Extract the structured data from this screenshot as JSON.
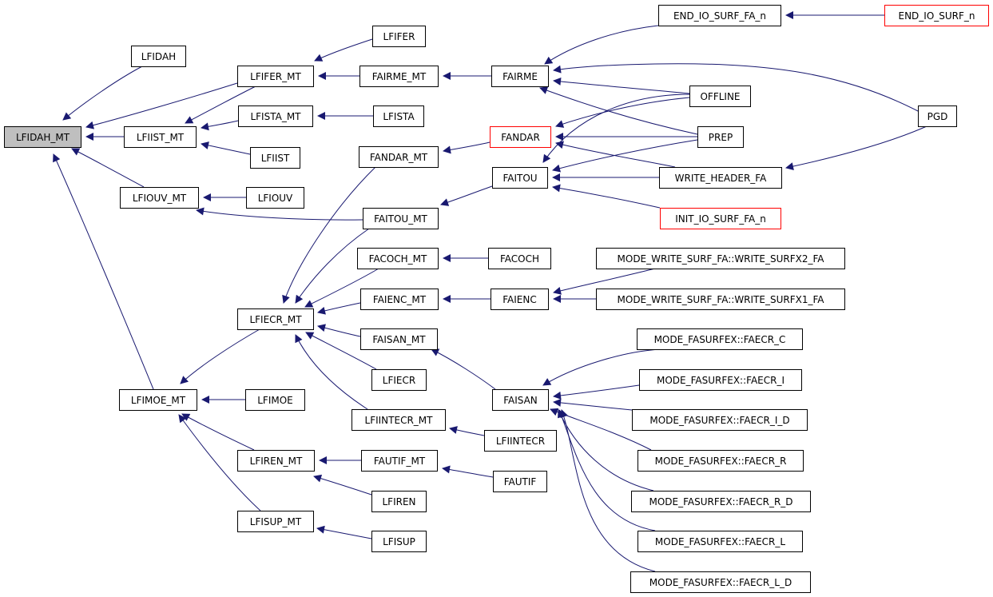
{
  "graph": {
    "root": "LFIDAH_MT",
    "colors": {
      "edge": "#191970",
      "root_fill": "#bfbfbf",
      "node_border": "#000000",
      "truncated_border": "#ff0000",
      "background": "#ffffff"
    },
    "nodes": [
      {
        "id": "LFIDAH_MT",
        "label": "LFIDAH_MT",
        "root": true
      },
      {
        "id": "LFIDAH",
        "label": "LFIDAH"
      },
      {
        "id": "LFIFER_MT",
        "label": "LFIFER_MT"
      },
      {
        "id": "LFIIST_MT",
        "label": "LFIIST_MT"
      },
      {
        "id": "LFIOUV_MT",
        "label": "LFIOUV_MT"
      },
      {
        "id": "LFIMOE_MT",
        "label": "LFIMOE_MT"
      },
      {
        "id": "LFIFER",
        "label": "LFIFER"
      },
      {
        "id": "FAIRME_MT",
        "label": "FAIRME_MT"
      },
      {
        "id": "LFISTA_MT",
        "label": "LFISTA_MT"
      },
      {
        "id": "LFIIST",
        "label": "LFIIST"
      },
      {
        "id": "LFIOUV",
        "label": "LFIOUV"
      },
      {
        "id": "FAITOU_MT",
        "label": "FAITOU_MT"
      },
      {
        "id": "LFIECR_MT",
        "label": "LFIECR_MT"
      },
      {
        "id": "LFIMOE",
        "label": "LFIMOE"
      },
      {
        "id": "LFIREN_MT",
        "label": "LFIREN_MT"
      },
      {
        "id": "LFISUP_MT",
        "label": "LFISUP_MT"
      },
      {
        "id": "LFISTA",
        "label": "LFISTA"
      },
      {
        "id": "FANDAR_MT",
        "label": "FANDAR_MT"
      },
      {
        "id": "FACOCH_MT",
        "label": "FACOCH_MT"
      },
      {
        "id": "FAIENC_MT",
        "label": "FAIENC_MT"
      },
      {
        "id": "FAISAN_MT",
        "label": "FAISAN_MT"
      },
      {
        "id": "LFIECR",
        "label": "LFIECR"
      },
      {
        "id": "LFIINTECR_MT",
        "label": "LFIINTECR_MT"
      },
      {
        "id": "FAUTIF_MT",
        "label": "FAUTIF_MT"
      },
      {
        "id": "LFIREN",
        "label": "LFIREN"
      },
      {
        "id": "LFISUP",
        "label": "LFISUP"
      },
      {
        "id": "FAIRME",
        "label": "FAIRME"
      },
      {
        "id": "FANDAR",
        "label": "FANDAR",
        "truncated": true
      },
      {
        "id": "FAITOU",
        "label": "FAITOU"
      },
      {
        "id": "FACOCH",
        "label": "FACOCH"
      },
      {
        "id": "FAIENC",
        "label": "FAIENC"
      },
      {
        "id": "FAISAN",
        "label": "FAISAN"
      },
      {
        "id": "LFIINTECR",
        "label": "LFIINTECR"
      },
      {
        "id": "FAUTIF",
        "label": "FAUTIF"
      },
      {
        "id": "END_IO_SURF_FA_n",
        "label": "END_IO_SURF_FA_n"
      },
      {
        "id": "OFFLINE",
        "label": "OFFLINE"
      },
      {
        "id": "PREP",
        "label": "PREP"
      },
      {
        "id": "WRITE_HEADER_FA",
        "label": "WRITE_HEADER_FA"
      },
      {
        "id": "INIT_IO_SURF_FA_n",
        "label": "INIT_IO_SURF_FA_n",
        "truncated": true
      },
      {
        "id": "WRITE_SURFX2_FA",
        "label": "MODE_WRITE_SURF_FA::WRITE_SURFX2_FA"
      },
      {
        "id": "WRITE_SURFX1_FA",
        "label": "MODE_WRITE_SURF_FA::WRITE_SURFX1_FA"
      },
      {
        "id": "FAECR_C",
        "label": "MODE_FASURFEX::FAECR_C"
      },
      {
        "id": "FAECR_I",
        "label": "MODE_FASURFEX::FAECR_I"
      },
      {
        "id": "FAECR_I_D",
        "label": "MODE_FASURFEX::FAECR_I_D"
      },
      {
        "id": "FAECR_R",
        "label": "MODE_FASURFEX::FAECR_R"
      },
      {
        "id": "FAECR_R_D",
        "label": "MODE_FASURFEX::FAECR_R_D"
      },
      {
        "id": "FAECR_L",
        "label": "MODE_FASURFEX::FAECR_L"
      },
      {
        "id": "FAECR_L_D",
        "label": "MODE_FASURFEX::FAECR_L_D"
      },
      {
        "id": "END_IO_SURF_n",
        "label": "END_IO_SURF_n",
        "truncated": true
      },
      {
        "id": "PGD",
        "label": "PGD"
      }
    ],
    "edges": [
      {
        "from": "LFIDAH",
        "to": "LFIDAH_MT"
      },
      {
        "from": "LFIFER_MT",
        "to": "LFIDAH_MT"
      },
      {
        "from": "LFIIST_MT",
        "to": "LFIDAH_MT"
      },
      {
        "from": "LFIOUV_MT",
        "to": "LFIDAH_MT"
      },
      {
        "from": "LFIMOE_MT",
        "to": "LFIDAH_MT"
      },
      {
        "from": "LFIFER",
        "to": "LFIFER_MT"
      },
      {
        "from": "FAIRME_MT",
        "to": "LFIFER_MT"
      },
      {
        "from": "LFIFER_MT",
        "to": "LFIIST_MT"
      },
      {
        "from": "LFISTA_MT",
        "to": "LFIIST_MT"
      },
      {
        "from": "LFIIST",
        "to": "LFIIST_MT"
      },
      {
        "from": "LFISTA",
        "to": "LFISTA_MT"
      },
      {
        "from": "LFIOUV",
        "to": "LFIOUV_MT"
      },
      {
        "from": "FAITOU_MT",
        "to": "LFIOUV_MT"
      },
      {
        "from": "LFIECR_MT",
        "to": "LFIMOE_MT"
      },
      {
        "from": "LFIMOE",
        "to": "LFIMOE_MT"
      },
      {
        "from": "LFIREN_MT",
        "to": "LFIMOE_MT"
      },
      {
        "from": "LFISUP_MT",
        "to": "LFIMOE_MT"
      },
      {
        "from": "FANDAR_MT",
        "to": "LFIECR_MT"
      },
      {
        "from": "FAITOU_MT",
        "to": "LFIECR_MT"
      },
      {
        "from": "FACOCH_MT",
        "to": "LFIECR_MT"
      },
      {
        "from": "FAIENC_MT",
        "to": "LFIECR_MT"
      },
      {
        "from": "FAISAN_MT",
        "to": "LFIECR_MT"
      },
      {
        "from": "LFIECR",
        "to": "LFIECR_MT"
      },
      {
        "from": "LFIINTECR_MT",
        "to": "LFIECR_MT"
      },
      {
        "from": "FAUTIF_MT",
        "to": "LFIREN_MT"
      },
      {
        "from": "LFIREN",
        "to": "LFIREN_MT"
      },
      {
        "from": "LFISUP",
        "to": "LFISUP_MT"
      },
      {
        "from": "FAIRME",
        "to": "FAIRME_MT"
      },
      {
        "from": "FANDAR",
        "to": "FANDAR_MT"
      },
      {
        "from": "FAITOU",
        "to": "FAITOU_MT"
      },
      {
        "from": "FACOCH",
        "to": "FACOCH_MT"
      },
      {
        "from": "FAIENC",
        "to": "FAIENC_MT"
      },
      {
        "from": "FAISAN",
        "to": "FAISAN_MT"
      },
      {
        "from": "LFIINTECR",
        "to": "LFIINTECR_MT"
      },
      {
        "from": "FAUTIF",
        "to": "FAUTIF_MT"
      },
      {
        "from": "END_IO_SURF_FA_n",
        "to": "FAIRME"
      },
      {
        "from": "OFFLINE",
        "to": "FAIRME"
      },
      {
        "from": "PREP",
        "to": "FAIRME"
      },
      {
        "from": "PGD",
        "to": "FAIRME"
      },
      {
        "from": "OFFLINE",
        "to": "FANDAR"
      },
      {
        "from": "PREP",
        "to": "FANDAR"
      },
      {
        "from": "WRITE_HEADER_FA",
        "to": "FANDAR"
      },
      {
        "from": "OFFLINE",
        "to": "FAITOU"
      },
      {
        "from": "PREP",
        "to": "FAITOU"
      },
      {
        "from": "WRITE_HEADER_FA",
        "to": "FAITOU"
      },
      {
        "from": "INIT_IO_SURF_FA_n",
        "to": "FAITOU"
      },
      {
        "from": "WRITE_SURFX2_FA",
        "to": "FAIENC"
      },
      {
        "from": "WRITE_SURFX1_FA",
        "to": "FAIENC"
      },
      {
        "from": "FAECR_C",
        "to": "FAISAN"
      },
      {
        "from": "FAECR_I",
        "to": "FAISAN"
      },
      {
        "from": "FAECR_I_D",
        "to": "FAISAN"
      },
      {
        "from": "FAECR_R",
        "to": "FAISAN"
      },
      {
        "from": "FAECR_R_D",
        "to": "FAISAN"
      },
      {
        "from": "FAECR_L",
        "to": "FAISAN"
      },
      {
        "from": "FAECR_L_D",
        "to": "FAISAN"
      },
      {
        "from": "END_IO_SURF_n",
        "to": "END_IO_SURF_FA_n"
      },
      {
        "from": "PGD",
        "to": "WRITE_HEADER_FA"
      }
    ]
  }
}
